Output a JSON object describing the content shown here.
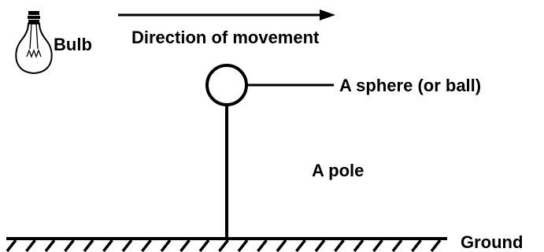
{
  "diagram": {
    "labels": {
      "bulb": "Bulb",
      "direction": "Direction of movement",
      "sphere": "A sphere (or ball)",
      "pole": "A pole",
      "ground": "Ground"
    },
    "icons": {
      "bulb": "light-bulb-icon",
      "arrow": "right-arrow-icon"
    },
    "colors": {
      "ink": "#000000",
      "background": "#ffffff"
    }
  }
}
